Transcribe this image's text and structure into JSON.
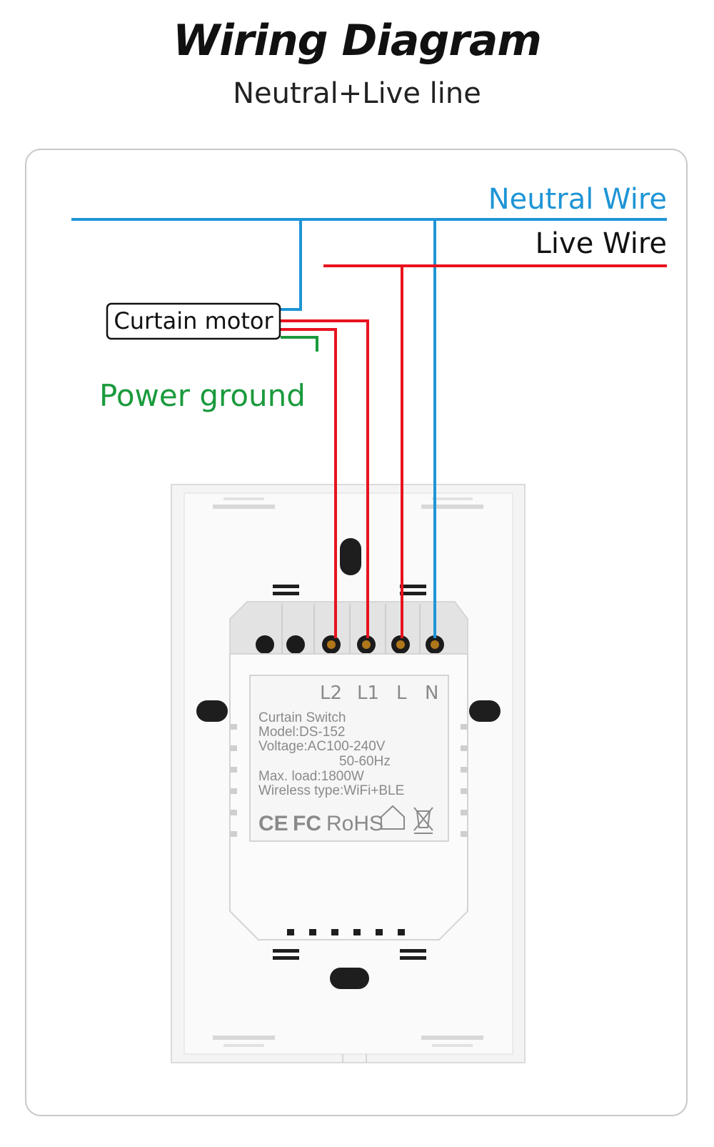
{
  "header": {
    "title": "Wiring Diagram",
    "subtitle": "Neutral+Live line"
  },
  "wires": {
    "neutral_label": "Neutral Wire",
    "live_label": "Live Wire",
    "motor_label": "Curtain motor",
    "ground_label": "Power ground"
  },
  "terminals": {
    "l2": "L2",
    "l1": "L1",
    "l": "L",
    "n": "N"
  },
  "product_label": {
    "name": "Curtain Switch",
    "model": "Model:DS-152",
    "voltage": "Voltage:AC100-240V",
    "frequency": "50-60Hz",
    "max_load": "Max. load:1800W",
    "wireless": "Wireless type:WiFi+BLE",
    "cert_ce": "CE",
    "cert_fc": "FC",
    "cert_rohs": "RoHS"
  },
  "colors": {
    "neutral": "#1e95d6",
    "live": "#e8131f",
    "ground": "#1a9a3c",
    "text": "#111111"
  }
}
